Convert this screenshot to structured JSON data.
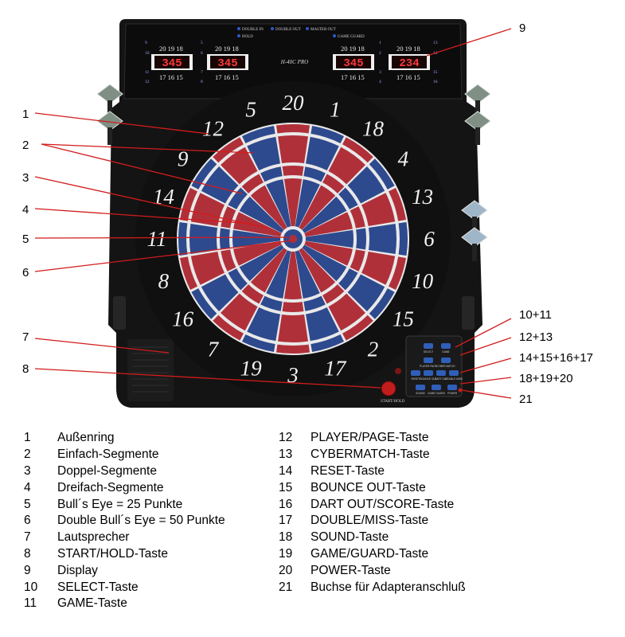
{
  "callouts": {
    "c1": "1",
    "c2": "2",
    "c3": "3",
    "c4": "4",
    "c5": "5",
    "c6": "6",
    "c7": "7",
    "c8": "8",
    "c9": "9",
    "c10_11": "10+11",
    "c12_13": "12+13",
    "c14_17": "14+15+16+17",
    "c18_20": "18+19+20",
    "c21": "21"
  },
  "board": {
    "numbers": [
      "20",
      "1",
      "18",
      "4",
      "13",
      "6",
      "10",
      "15",
      "2",
      "17",
      "3",
      "19",
      "7",
      "16",
      "8",
      "11",
      "14",
      "9",
      "12",
      "5"
    ],
    "model": "H-40C PRO",
    "top_labels": [
      "DOUBLE IN",
      "DOUBLE OUT",
      "MASTER OUT",
      "HOLD",
      "GAME GUARD"
    ],
    "display_values": [
      "345",
      "345",
      "345",
      "234"
    ],
    "display_top_row": "20 19 18",
    "display_bottom_row": "17 16 15",
    "player_indices": [
      "9",
      "10",
      "11",
      "12",
      "5",
      "6",
      "7",
      "8",
      "1",
      "2",
      "3",
      "4",
      "13",
      "14",
      "15",
      "16"
    ],
    "buttons_row1": [
      "SELECT",
      "GAME"
    ],
    "buttons_row2": [
      "PLAYER PAGE",
      "CYBER MATCH"
    ],
    "buttons_row3": [
      "RESET",
      "BOUNCE OUT",
      "DART OUT",
      "DOUBLE MISS"
    ],
    "buttons_row4": [
      "SOUND",
      "GAME GUARD",
      "POWER"
    ],
    "start_label": "START/HOLD",
    "dart_colors": [
      "#7f8f84",
      "#9fb6c8"
    ],
    "segment_colors": {
      "red": "#b0303a",
      "blue": "#2e4a8e",
      "black": "#141414",
      "white": "#e9e9e9"
    }
  },
  "legend": {
    "left": [
      {
        "num": "1",
        "label": "Außenring"
      },
      {
        "num": "2",
        "label": "Einfach-Segmente"
      },
      {
        "num": "3",
        "label": "Doppel-Segmente"
      },
      {
        "num": "4",
        "label": "Dreifach-Segmente"
      },
      {
        "num": "5",
        "label": "Bull´s Eye = 25 Punkte"
      },
      {
        "num": "6",
        "label": "Double Bull´s Eye = 50 Punkte"
      },
      {
        "num": "7",
        "label": "Lautsprecher"
      },
      {
        "num": "8",
        "label": "START/HOLD-Taste"
      },
      {
        "num": "9",
        "label": "Display"
      },
      {
        "num": "10",
        "label": "SELECT-Taste"
      },
      {
        "num": "11",
        "label": "GAME-Taste"
      }
    ],
    "right": [
      {
        "num": "12",
        "label": "PLAYER/PAGE-Taste"
      },
      {
        "num": "13",
        "label": "CYBERMATCH-Taste"
      },
      {
        "num": "14",
        "label": "RESET-Taste"
      },
      {
        "num": "15",
        "label": "BOUNCE OUT-Taste"
      },
      {
        "num": "16",
        "label": "DART OUT/SCORE-Taste"
      },
      {
        "num": "17",
        "label": "DOUBLE/MISS-Taste"
      },
      {
        "num": "18",
        "label": "SOUND-Taste"
      },
      {
        "num": "19",
        "label": "GAME/GUARD-Taste"
      },
      {
        "num": "20",
        "label": "POWER-Taste"
      },
      {
        "num": "21",
        "label": "Buchse für Adapteranschluß"
      }
    ]
  }
}
